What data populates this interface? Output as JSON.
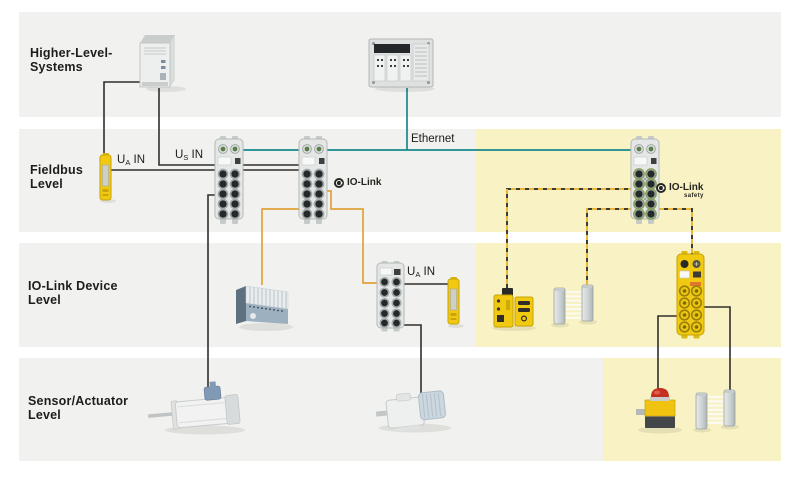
{
  "title": "IO-Link system architecture diagram",
  "colors": {
    "band": "#f1f1ef",
    "highlight": "#f9f2c4",
    "ethernet": "#17898c",
    "iolink": "#e0a23b",
    "wire": "#2f2f2c",
    "safety_dash": "#e8b73a",
    "safety_dash_gap": "#3c3c35",
    "device_yellow": "#f2c911",
    "text": "#1d1d1b"
  },
  "levels": [
    {
      "line1": "Higher-Level-",
      "line2": "Systems"
    },
    {
      "line1": "Fieldbus",
      "line2": "Level"
    },
    {
      "line1": "IO-Link Device",
      "line2": "Level"
    },
    {
      "line1": "Sensor/Actuator",
      "line2": "Level"
    }
  ],
  "wire_labels": {
    "ethernet": "Ethernet",
    "ua": {
      "base": "U",
      "sub": "A",
      "suffix": " IN"
    },
    "us": {
      "base": "U",
      "sub": "S",
      "suffix": " IN"
    },
    "ua2": {
      "base": "U",
      "sub": "A",
      "suffix": " IN"
    }
  },
  "iolink": {
    "label": "IO-Link"
  },
  "iolink_safety": {
    "label": "IO-Link",
    "sublabel": "safety"
  },
  "devices": [
    "power-supply-unit",
    "plc-controller",
    "electronic-circuit-protector",
    "fieldbus-io-module-1",
    "fieldbus-io-module-2",
    "io-link-safety-master-module",
    "valve-terminal",
    "io-link-hub",
    "electronic-circuit-protector-2",
    "safety-switch",
    "safety-light-curtain-1",
    "safety-io-module",
    "pneumatic-cylinder",
    "electric-motor",
    "emergency-stop-button",
    "safety-light-curtain-2"
  ]
}
